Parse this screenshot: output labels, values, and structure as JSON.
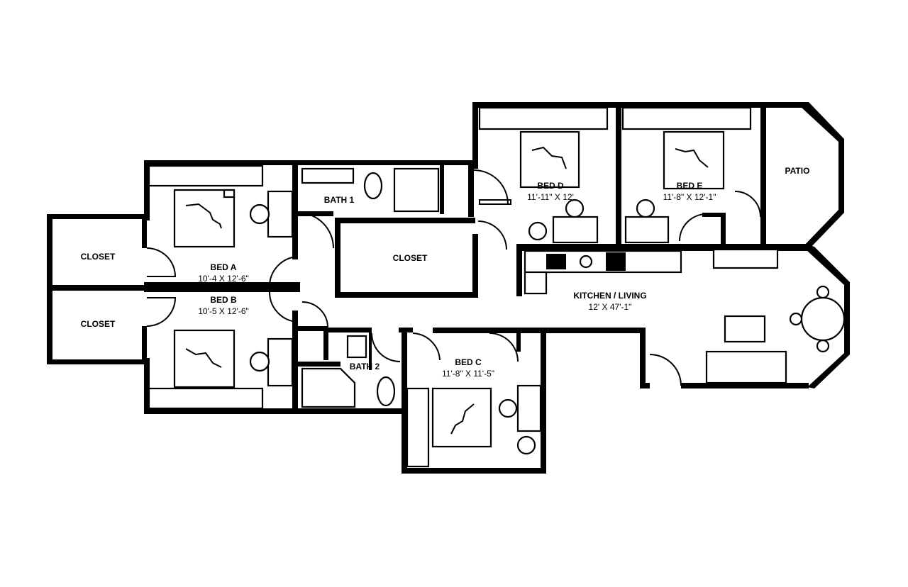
{
  "rooms": {
    "closet_upper": {
      "label": "CLOSET"
    },
    "closet_lower": {
      "label": "CLOSET"
    },
    "closet_center": {
      "label": "CLOSET"
    },
    "bed_a": {
      "label": "BED A",
      "dimensions": "10'-4 X 12'-6\""
    },
    "bed_b": {
      "label": "BED B",
      "dimensions": "10'-5 X 12'-6\""
    },
    "bed_c": {
      "label": "BED C",
      "dimensions": "11'-8\" X 11'-5\""
    },
    "bed_d": {
      "label": "BED D",
      "dimensions": "11'-11\" X 12'"
    },
    "bed_e": {
      "label": "BED E",
      "dimensions": "11'-8\" X 12'-1\""
    },
    "bath_1": {
      "label": "BATH 1"
    },
    "bath_2": {
      "label": "BATH 2"
    },
    "kitchen_living": {
      "label": "KITCHEN / LIVING",
      "dimensions": "12' X 47'-1\""
    },
    "patio": {
      "label": "PATIO"
    }
  },
  "colors": {
    "wall": "#000000",
    "background": "#ffffff"
  }
}
